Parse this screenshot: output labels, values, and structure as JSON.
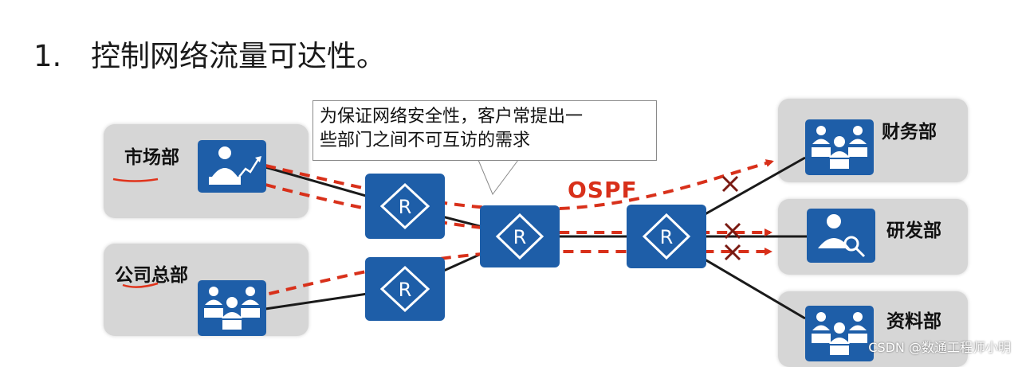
{
  "title": {
    "number": "1.",
    "text": "控制网络流量可达性。"
  },
  "callout": {
    "line1": "为保证网络安全性，客户常提出一",
    "line2": "些部门之间不可互访的需求"
  },
  "protocol_label": "OSPF",
  "departments": {
    "market": "市场部",
    "hq": "公司总部",
    "finance": "财务部",
    "rnd": "研发部",
    "data": "资料部"
  },
  "router_glyph": "R",
  "watermark": "CSDN @数通工程师小明",
  "colors": {
    "router": "#1e5ea8",
    "flow": "#d8301a",
    "panel": "#d6d6d6",
    "link": "#1a1a1a"
  },
  "icons": [
    "analyst-icon",
    "team-icon",
    "researcher-icon",
    "router-icon",
    "block-x-icon",
    "arrow-icon"
  ]
}
